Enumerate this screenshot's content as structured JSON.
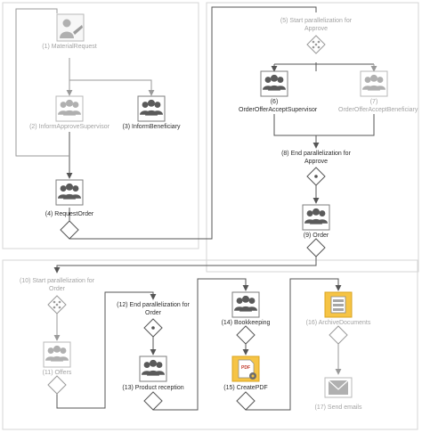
{
  "nodes": [
    {
      "id": "n1",
      "label": "(1) MaterialRequest",
      "icon": "user-pen-icon",
      "state": "inactive"
    },
    {
      "id": "n2",
      "label": "(2) InformApproveSupervisor",
      "icon": "group-icon",
      "state": "inactive"
    },
    {
      "id": "n3",
      "label": "(3) InformBeneficiary",
      "icon": "group-icon",
      "state": "active"
    },
    {
      "id": "n4",
      "label": "(4) RequestOrder",
      "icon": "group-icon",
      "state": "active"
    },
    {
      "id": "n5",
      "label": "(5) Start parallelization for Approve",
      "icon": "parallel-gateway-icon",
      "state": "inactive"
    },
    {
      "id": "n6",
      "label": "(6) OrderOfferAcceptSupervisor",
      "icon": "group-icon",
      "state": "active"
    },
    {
      "id": "n7",
      "label": "(7) OrderOfferAcceptBeneficiary",
      "icon": "group-icon",
      "state": "inactive"
    },
    {
      "id": "n8",
      "label": "(8) End parallelization for Approve",
      "icon": "join-gateway-icon",
      "state": "active"
    },
    {
      "id": "n9",
      "label": "(9) Order",
      "icon": "group-icon",
      "state": "active"
    },
    {
      "id": "n10",
      "label": "(10) Start parallelization for Order",
      "icon": "parallel-gateway-icon",
      "state": "inactive"
    },
    {
      "id": "n11",
      "label": "(11) Offers",
      "icon": "group-icon",
      "state": "inactive"
    },
    {
      "id": "n12",
      "label": "(12) End parallelization for Order",
      "icon": "join-gateway-icon",
      "state": "active"
    },
    {
      "id": "n13",
      "label": "(13) Product reception",
      "icon": "group-icon",
      "state": "active"
    },
    {
      "id": "n14",
      "label": "(14) Bookkeeping",
      "icon": "group-icon",
      "state": "active"
    },
    {
      "id": "n15",
      "label": "(15) CreatePDF",
      "icon": "pdf-gear-icon",
      "state": "active"
    },
    {
      "id": "n16",
      "label": "(16) ArchiveDocuments",
      "icon": "archive-icon",
      "state": "inactive"
    },
    {
      "id": "n17",
      "label": "(17) Send emails",
      "icon": "envelope-icon",
      "state": "inactive"
    }
  ],
  "pdf_badge": "PDF",
  "colors": {
    "active_text": "#2b2b2b",
    "inactive_text": "#a3a3a3",
    "active_icon": "#5a5a5a",
    "inactive_icon": "#b0b0b0",
    "frame_border": "#8a8a8a",
    "connector": "#555555",
    "accent_yellow": "#f6c445",
    "panel_border": "#d0d0d0"
  }
}
